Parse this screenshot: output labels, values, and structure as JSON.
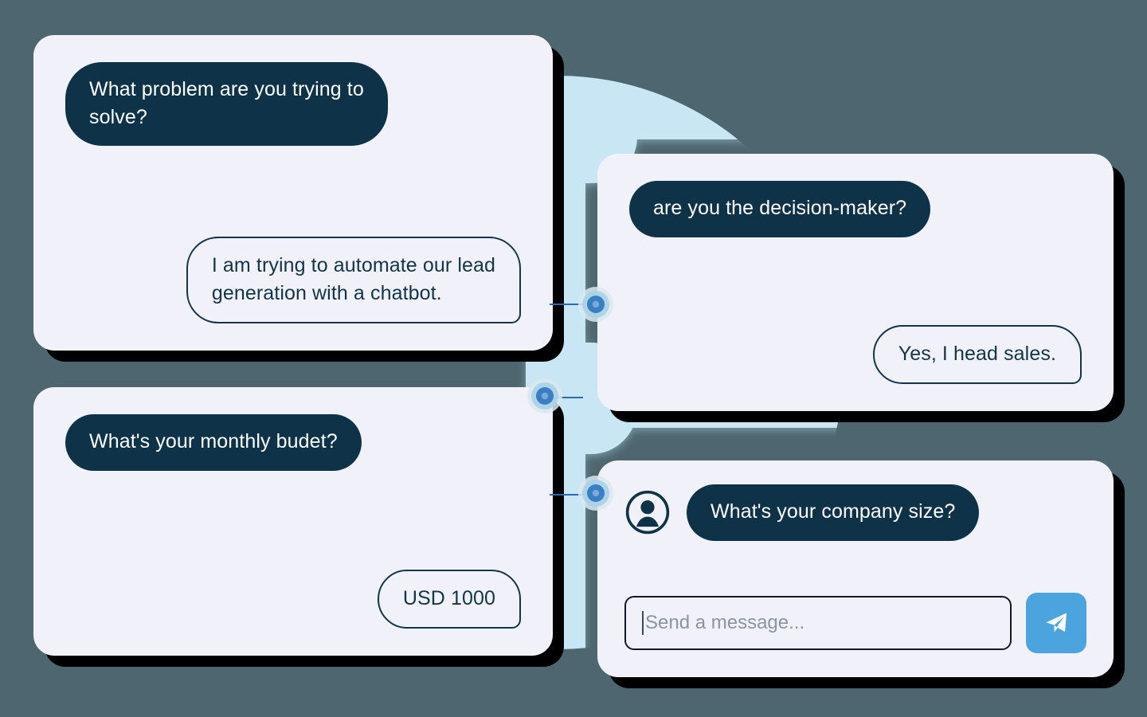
{
  "page": {
    "title": "Chatbot qualification flow",
    "background_color": "#4e666f",
    "card_background": "#f1f1f9",
    "bot_bubble_color": "#0e3349",
    "user_bubble_border_color": "#12344c",
    "accent_blue": "#4ba4dd",
    "connector_blob_color": "#c9e6f5",
    "node_color": "#3a7fc4"
  },
  "cards": [
    {
      "id": "card-problem",
      "name": "problem-card",
      "messages": [
        {
          "role": "bot",
          "text": "What problem are you trying to\nsolve?"
        },
        {
          "role": "user",
          "text": "I am trying to automate our lead\ngeneration with a chatbot."
        }
      ]
    },
    {
      "id": "card-decision",
      "name": "decision-maker-card",
      "messages": [
        {
          "role": "bot",
          "text": "are you the decision-maker?"
        },
        {
          "role": "user",
          "text": "Yes, I head sales."
        }
      ]
    },
    {
      "id": "card-budget",
      "name": "budget-card",
      "messages": [
        {
          "role": "bot",
          "text": "What's your monthly budet?"
        },
        {
          "role": "user",
          "text": "USD 1000"
        }
      ]
    },
    {
      "id": "card-company",
      "name": "company-size-card",
      "avatar_icon": "user-avatar-icon",
      "messages": [
        {
          "role": "bot",
          "text": "What's your company size?"
        }
      ],
      "composer": {
        "placeholder": "Send a message...",
        "input_value": "",
        "send_icon": "paper-plane-send-icon",
        "send_label": "Send"
      }
    }
  ],
  "connectors": {
    "nodes": [
      {
        "id": "node-1",
        "name": "flow-node-1"
      },
      {
        "id": "node-2",
        "name": "flow-node-2"
      },
      {
        "id": "node-3",
        "name": "flow-node-3"
      }
    ]
  }
}
